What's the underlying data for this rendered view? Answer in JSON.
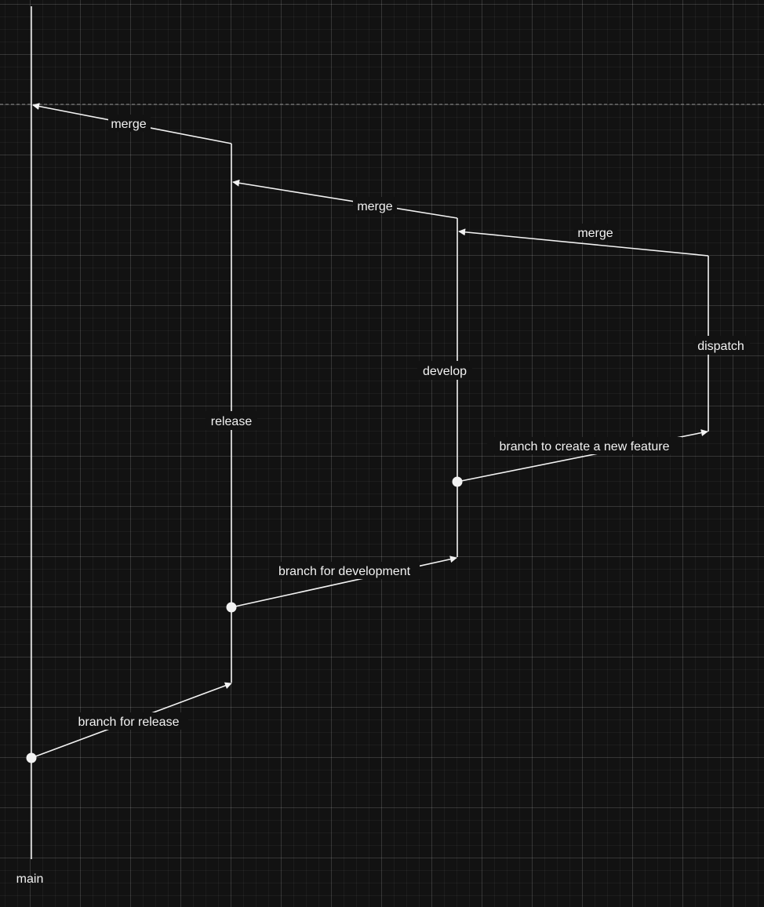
{
  "diagram": {
    "branches": {
      "main": "main",
      "release": "release",
      "develop": "develop",
      "dispatch": "dispatch"
    },
    "edges": {
      "branch_for_release": "branch for release",
      "branch_for_development": "branch for development",
      "branch_new_feature": "branch to create a new feature",
      "merge_feature_to_develop": "merge",
      "merge_develop_to_release": "merge",
      "merge_release_to_main": "merge"
    },
    "colors": {
      "background": "#121212",
      "line": "#f2f2f2"
    }
  }
}
